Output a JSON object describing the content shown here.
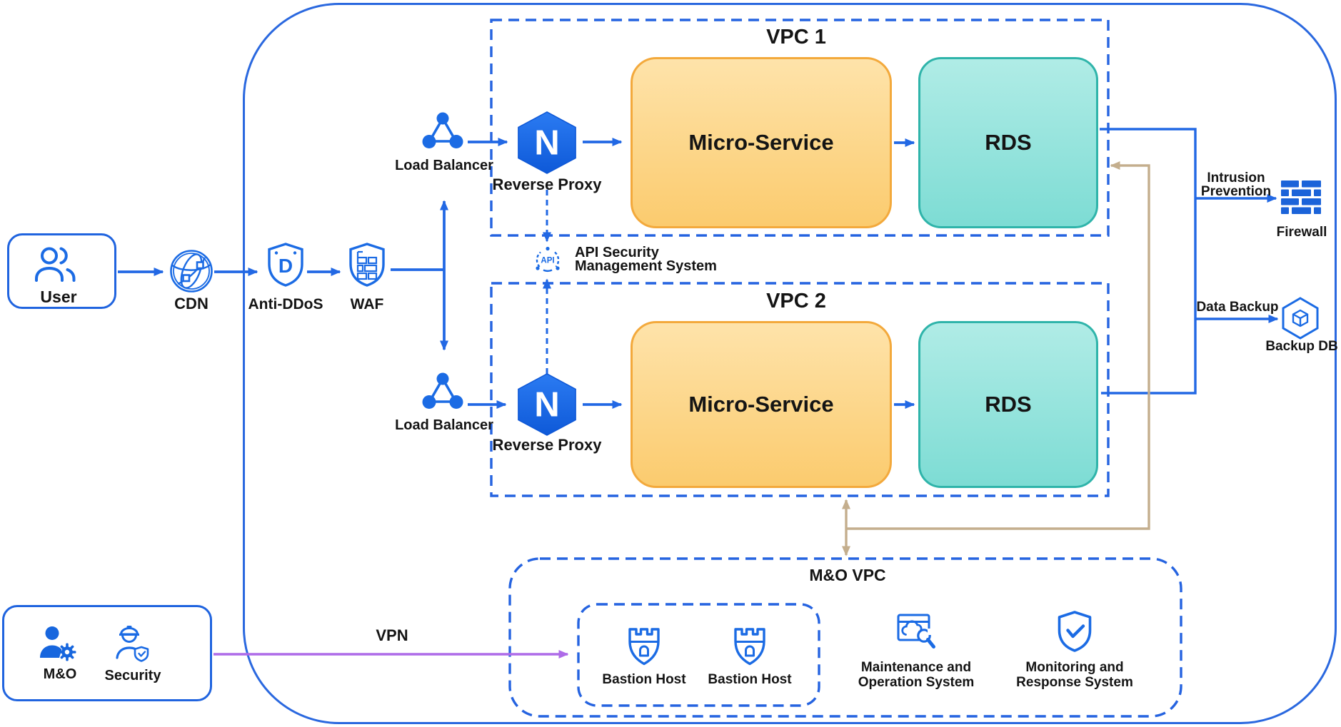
{
  "colors": {
    "primary_blue": "#2268E4",
    "icon_blue": "#1B6BE4",
    "dashed_border_blue": "#2563E0",
    "orange_fill_top": "#FEE3AA",
    "orange_fill_bottom": "#FBCB6E",
    "orange_border": "#F3A93C",
    "teal_fill_top": "#B0ECE6",
    "teal_fill_bottom": "#7DDCD4",
    "teal_border": "#2FB4AA",
    "tan_arrow": "#C4AE8D",
    "purple_arrow": "#AE6BE8",
    "text": "#141414"
  },
  "nodes": {
    "user": "User",
    "cdn": "CDN",
    "anti_ddos": "Anti-DDoS",
    "waf": "WAF",
    "load_balancer_1": "Load Balancer",
    "reverse_proxy_1": "Reverse Proxy",
    "vpc1_title": "VPC 1",
    "micro_service_1": "Micro-Service",
    "rds_1": "RDS",
    "load_balancer_2": "Load Balancer",
    "reverse_proxy_2": "Reverse Proxy",
    "vpc2_title": "VPC 2",
    "micro_service_2": "Micro-Service",
    "rds_2": "RDS",
    "api_lines": [
      "API Security",
      "Management System"
    ],
    "intrusion_lines": [
      "Intrusion",
      "Prevention"
    ],
    "firewall": "Firewall",
    "data_backup": "Data Backup",
    "backup_db": "Backup DB",
    "mo_vpc_title": "M&O VPC",
    "bastion_1": "Bastion Host",
    "bastion_2": "Bastion Host",
    "maintenance_lines": [
      "Maintenance and",
      "Operation System"
    ],
    "monitoring_lines": [
      "Monitoring and",
      "Response System"
    ],
    "mo": "M&O",
    "security": "Security",
    "vpn": "VPN"
  },
  "glyphs": {
    "nginx_letter": "N",
    "anti_ddos_letter": "D",
    "api_text": "API"
  }
}
